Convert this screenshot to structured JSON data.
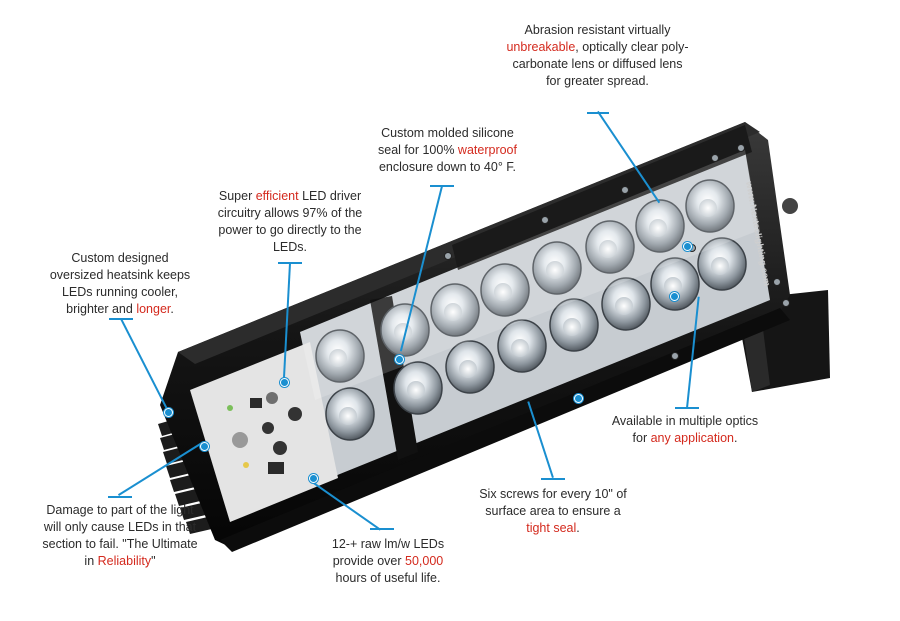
{
  "brand_text": "www.Nexteclighting.com",
  "accent_color": "#1a8fd0",
  "highlight_color": "#d42a1e",
  "annotations": {
    "lens": {
      "pre": "Abrasion resistant virtually",
      "hl": "unbreakable",
      "post": ", optically clear poly-carbonate lens or diffused lens for greater spread."
    },
    "seal": {
      "pre": "Custom molded silicone seal for 100%",
      "hl": "waterproof",
      "post": "enclosure down to 40° F."
    },
    "driver": {
      "pre": "Super",
      "hl": "efficient",
      "post": "LED driver circuitry allows 97% of the power to go directly to the LEDs."
    },
    "heatsink": {
      "pre": "Custom designed oversized heatsink keeps LEDs running cooler, brighter and",
      "hl": "longer",
      "post": "."
    },
    "optics": {
      "pre": "Available in multiple optics for",
      "hl": "any application",
      "post": "."
    },
    "screws": {
      "pre": "Six screws for every 10\" of surface area to ensure a",
      "hl": "tight seal",
      "post": "."
    },
    "leds": {
      "pre": "12-+ raw lm/w LEDs provide over",
      "hl": "50,000",
      "post": "hours of useful life."
    },
    "damage": {
      "pre": "Damage to part of the light will only cause LEDs in that section to fail. \"The Ultimate in",
      "hl": "Reliability",
      "post": "\""
    }
  }
}
